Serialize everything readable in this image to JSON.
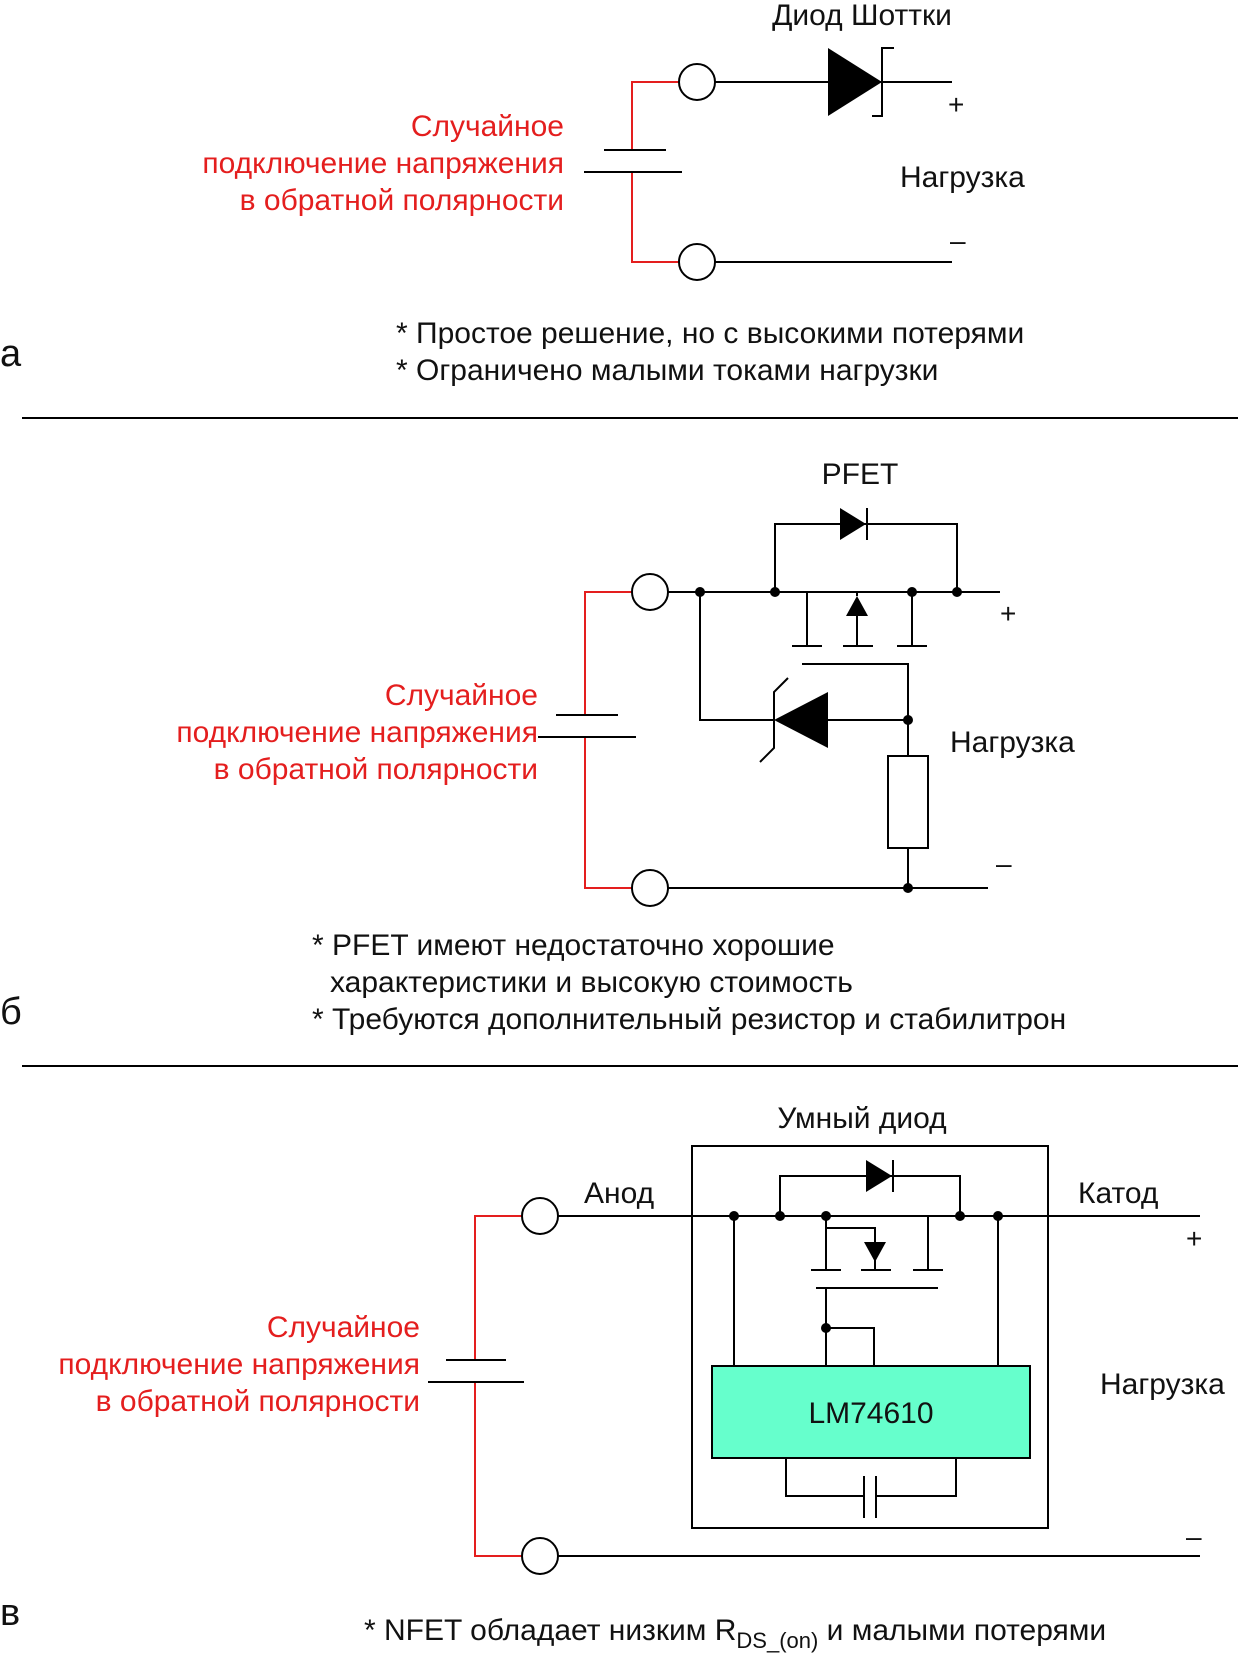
{
  "panels": {
    "a": {
      "letter": "а",
      "device_label": "Диод Шоттки",
      "source_label": [
        "Случайное",
        "подключение напряжения",
        "в обратной полярности"
      ],
      "load_label": "Нагрузка",
      "plus": "+",
      "minus": "–",
      "notes": [
        "* Простое решение, но с высокими потерями",
        "* Ограничено малыми токами нагрузки"
      ]
    },
    "b": {
      "letter": "б",
      "device_label": "PFET",
      "source_label": [
        "Случайное",
        "подключение напряжения",
        "в обратной полярности"
      ],
      "load_label": "Нагрузка",
      "plus": "+",
      "minus": "–",
      "notes": [
        "* PFET имеют недостаточно хорошие",
        "характеристики и высокую стоимость",
        "* Требуются дополнительный резистор и стабилитрон"
      ]
    },
    "c": {
      "letter": "в",
      "device_label": "Умный диод",
      "anode_label": "Анод",
      "cathode_label": "Катод",
      "ic_label": "LM74610",
      "source_label": [
        "Случайное",
        "подключение напряжения",
        "в обратной полярности"
      ],
      "load_label": "Нагрузка",
      "plus": "+",
      "minus": "–",
      "note_prefix": "* NFET обладает низким R",
      "note_subscript": "DS_(on)",
      "note_suffix": " и малыми потерями"
    }
  },
  "colors": {
    "source_wire": "#e41e1e",
    "ic_fill": "#66ffcc"
  }
}
